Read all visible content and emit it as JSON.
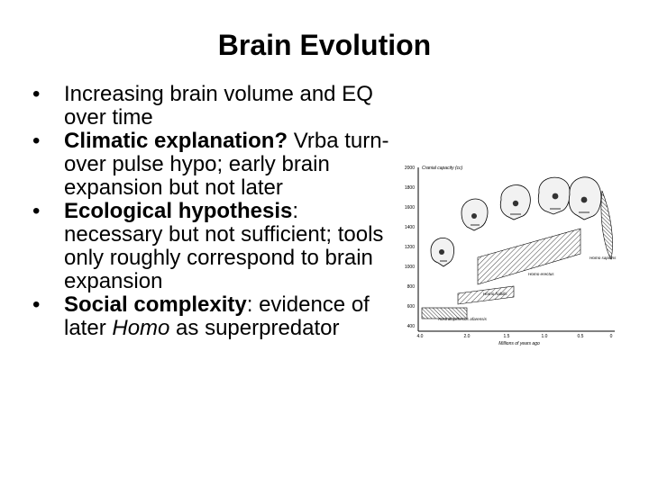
{
  "slide": {
    "title": "Brain Evolution",
    "bullets": [
      {
        "lead": "",
        "text": "Increasing brain volume and EQ over time"
      },
      {
        "lead": "Climatic explanation?",
        "text": " Vrba turn-over pulse hypo; early brain expansion but not later"
      },
      {
        "lead": "Ecological hypothesis",
        "text": ": necessary but not sufficient; tools only roughly correspond to brain expansion"
      },
      {
        "lead": "Social complexity",
        "text_before": ": evidence of later ",
        "italic": "Homo",
        "text_after": " as superpredator"
      }
    ]
  },
  "figure": {
    "ylabel": "Cranial capacity (cc)",
    "xlabel": "Millions of years ago",
    "yticks": [
      "2000",
      "1800",
      "1600",
      "1400",
      "1200",
      "1000",
      "800",
      "600",
      "400"
    ],
    "xticks": [
      "4.0",
      "2.0",
      "1.5",
      "1.0",
      "0.5",
      "0"
    ],
    "labels": {
      "afarensis": "Australopithecus afarensis",
      "habilis": "Homo habilis",
      "erectus": "Homo erectus",
      "sapiens": "Homo sapiens"
    },
    "icons": [
      "skull-icon-australopith",
      "skull-icon-habilis",
      "skull-icon-erectus",
      "skull-icon-archaic",
      "skull-icon-sapiens"
    ]
  }
}
